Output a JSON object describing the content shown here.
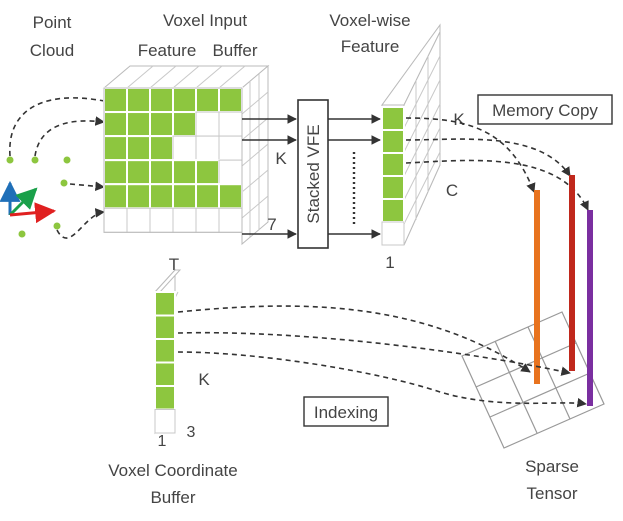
{
  "labels": {
    "point": "Point",
    "cloud": "Cloud",
    "voxel_input": "Voxel Input",
    "feature": "Feature",
    "buffer": "Buffer",
    "voxel_wise": "Voxel-wise",
    "voxel_wise_feature": "Feature",
    "stacked_vfe": "Stacked VFE",
    "memory_copy": "Memory Copy",
    "indexing": "Indexing",
    "k_input": "K",
    "seven": "7",
    "t": "T",
    "k_feature": "K",
    "c": "C",
    "one_feature": "1",
    "k_coord": "K",
    "one_coord": "1",
    "three_coord": "3",
    "voxel_coordinate": "Voxel Coordinate",
    "coord_buffer": "Buffer",
    "sparse": "Sparse",
    "tensor": "Tensor"
  },
  "colors": {
    "green_cell": "#8dc63f",
    "point": "#8dc63f",
    "grid_line": "#c8c8c8",
    "box_border": "#333333",
    "arrow": "#333333",
    "axis_x": "#e02020",
    "axis_y": "#1aa04a",
    "axis_z": "#1f6fb8",
    "column_orange": "#e8731e",
    "column_red": "#c0281c",
    "column_purple": "#7a2fa0"
  },
  "input_buffer_fill": [
    [
      1,
      1,
      1,
      1,
      1,
      1
    ],
    [
      1,
      1,
      1,
      1,
      0,
      0
    ],
    [
      1,
      1,
      1,
      0,
      0,
      0
    ],
    [
      1,
      1,
      1,
      1,
      1,
      0
    ],
    [
      1,
      1,
      1,
      1,
      1,
      1
    ],
    [
      0,
      0,
      0,
      0,
      0,
      0
    ]
  ],
  "feature_buffer_fill": [
    1,
    1,
    1,
    1,
    1,
    0
  ],
  "coord_buffer_fill": [
    1,
    1,
    1,
    1,
    1,
    0
  ]
}
